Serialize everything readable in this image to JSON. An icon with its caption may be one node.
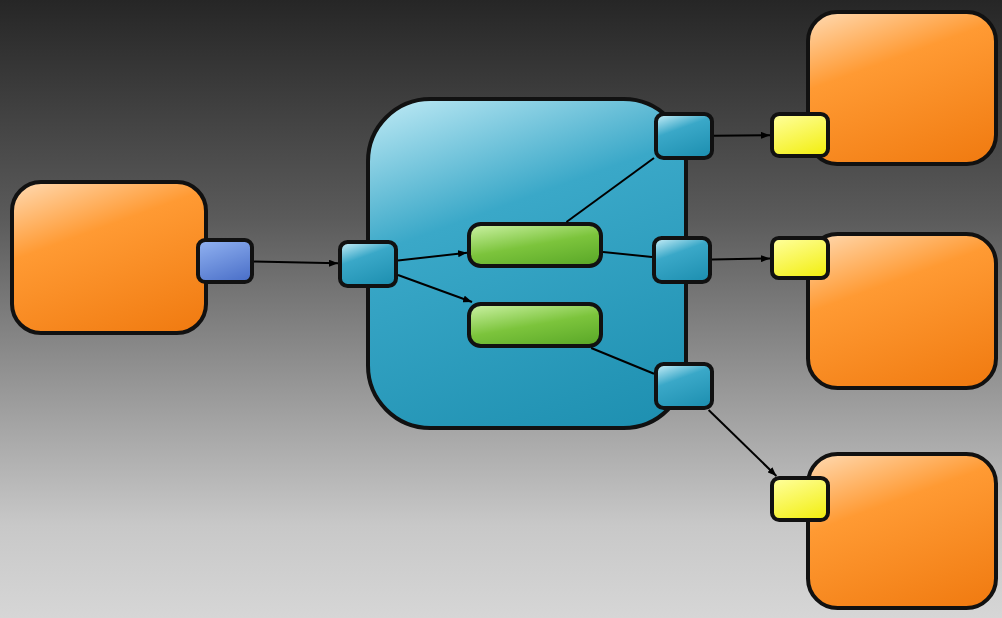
{
  "diagram": {
    "nodes": [
      {
        "text": [],
        "shape": "box"
      },
      {
        "text": [],
        "shape": "box"
      },
      {
        "text": [],
        "shape": "box"
      },
      {
        "text": [],
        "shape": "box"
      },
      {
        "text": [],
        "shape": "bar",
        "in": 2
      },
      {
        "text": [],
        "shape": "bar",
        "in": 2
      },
      {
        "text": [],
        "shape": "box"
      },
      {
        "text": [],
        "shape": "box"
      },
      {
        "text": [],
        "shape": "box"
      },
      {
        "text": [],
        "shape": "box"
      },
      {
        "text": [],
        "shape": "box"
      },
      {
        "text": [],
        "shape": "box"
      },
      {
        "text": [],
        "shape": "box"
      },
      {
        "text": [],
        "shape": "box"
      },
      {
        "text": [],
        "shape": "box"
      }
    ],
    "edges": [
      {
        "from": 1,
        "to": 3,
        "arrow": "to"
      },
      {
        "from": 3,
        "to": 4,
        "arrow": "to"
      },
      {
        "from": 3,
        "to": 5,
        "arrow": "to"
      },
      {
        "from": 4,
        "to": 6,
        "arrow": "none"
      },
      {
        "from": 4,
        "to": 7,
        "arrow": "none"
      },
      {
        "from": 5,
        "to": 8,
        "arrow": "none"
      },
      {
        "from": 6,
        "to": 10,
        "arrow": "to"
      },
      {
        "from": 7,
        "to": 12,
        "arrow": "to"
      },
      {
        "from": 8,
        "to": 14,
        "arrow": "to"
      }
    ]
  }
}
